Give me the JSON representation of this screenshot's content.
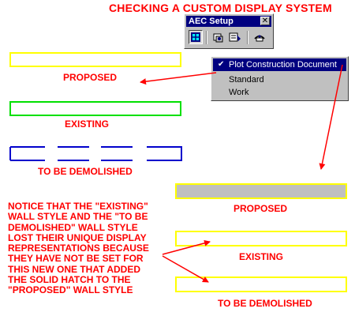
{
  "title": "CHECKING A CUSTOM DISPLAY SYSTEM",
  "toolbar": {
    "title": "AEC Setup",
    "close_glyph": "✕",
    "buttons": [
      "display-config-icon",
      "layer-icon",
      "display-props-icon",
      "settings-icon"
    ]
  },
  "dropdown": {
    "items": [
      {
        "label": "Plot Construction Document",
        "selected": true,
        "checked": true
      },
      {
        "label": "Standard",
        "selected": false,
        "checked": false
      },
      {
        "label": "Work",
        "selected": false,
        "checked": false
      }
    ]
  },
  "left_walls": {
    "proposed_label": "PROPOSED",
    "existing_label": "EXISTING",
    "demolished_label": "TO BE DEMOLISHED"
  },
  "right_walls": {
    "proposed_label": "PROPOSED",
    "existing_label": "EXISTING",
    "demolished_label": "TO BE DEMOLISHED"
  },
  "note": [
    "NOTICE THAT THE \"EXISTING\"",
    "WALL STYLE AND THE \"TO BE",
    "DEMOLISHED\" WALL STYLE",
    "LOST THEIR UNIQUE DISPLAY",
    "REPRESENTATIONS BECAUSE",
    "THEY HAVE NOT BE SET FOR",
    "THIS NEW ONE THAT ADDED",
    "THE SOLID HATCH TO THE",
    "\"PROPOSED\" WALL STYLE"
  ],
  "colors": {
    "annotation": "#ff0000",
    "proposed": "#ffff00",
    "existing": "#00e000",
    "demolished": "#0000cc",
    "hatch": "#c0c0c0"
  }
}
